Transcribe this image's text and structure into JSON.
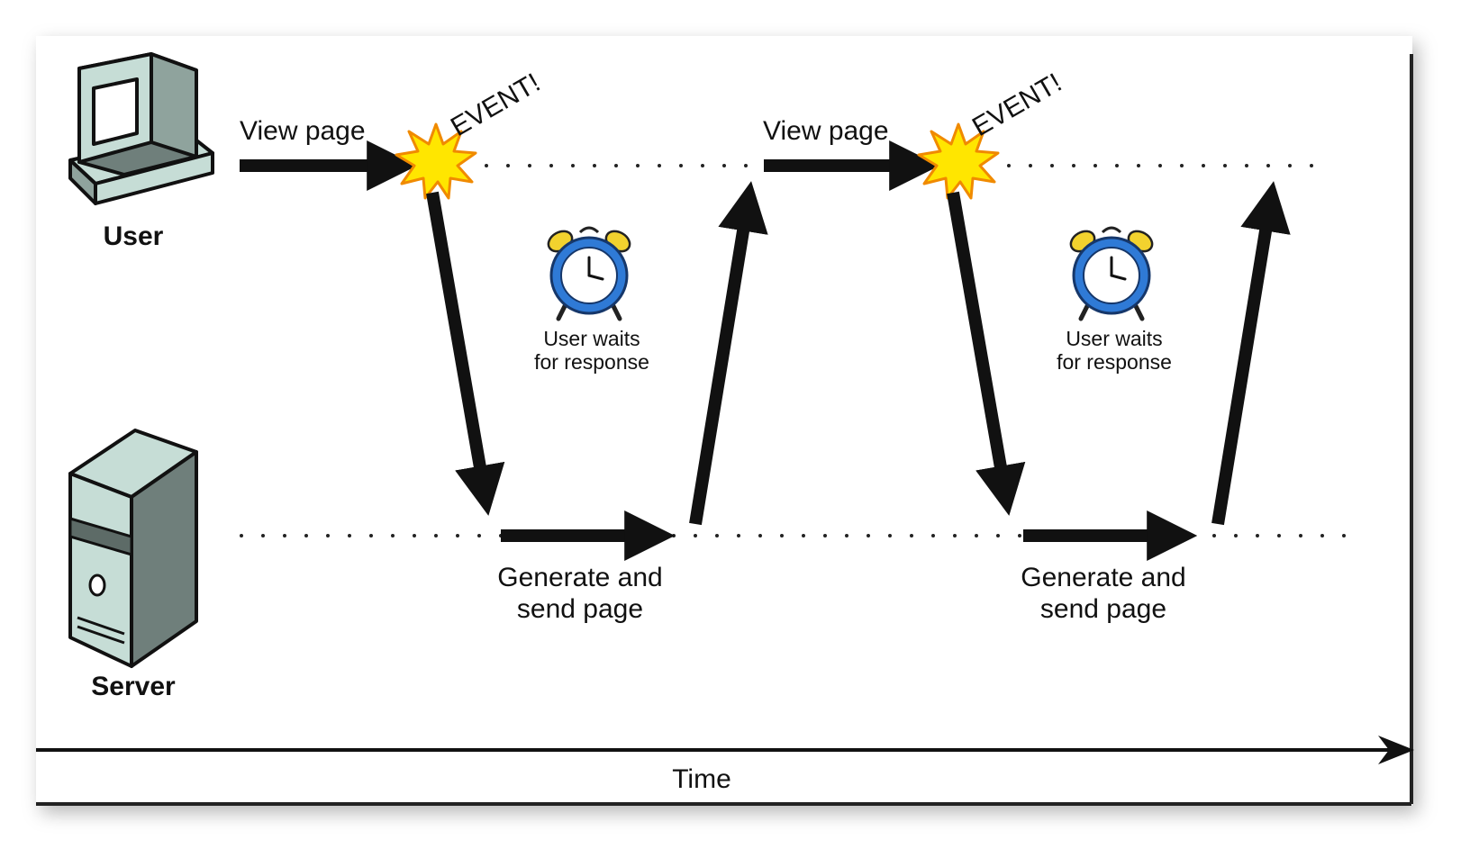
{
  "actors": {
    "user": "User",
    "server": "Server"
  },
  "axis": {
    "label": "Time"
  },
  "cycles": [
    {
      "view_label": "View page",
      "event_label": "EVENT!",
      "wait_line1": "User waits",
      "wait_line2": "for response",
      "generate_line1": "Generate and",
      "generate_line2": "send page"
    },
    {
      "view_label": "View page",
      "event_label": "EVENT!",
      "wait_line1": "User waits",
      "wait_line2": "for response",
      "generate_line1": "Generate and",
      "generate_line2": "send page"
    }
  ],
  "icons": {
    "user": "computer-monitor-icon",
    "server": "server-tower-icon",
    "event": "starburst-icon",
    "wait": "alarm-clock-icon"
  },
  "colors": {
    "arrow": "#111111",
    "starburst_fill": "#ffe600",
    "starburst_edge": "#f08a00",
    "clock_blue": "#2f7ad6",
    "clock_bells": "#f2d22e",
    "device_fill": "#c6ddd6",
    "device_dark": "#6f7f7b"
  }
}
